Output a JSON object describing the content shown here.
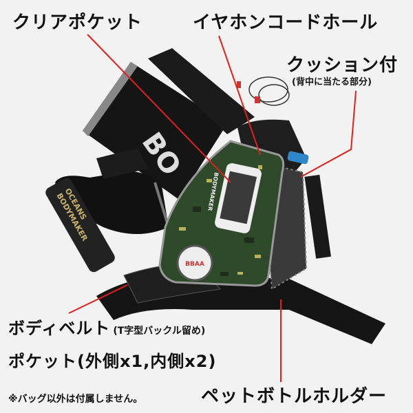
{
  "callouts": {
    "clear_pocket": "クリアポケット",
    "earphone_hole": "イヤホンコードホール",
    "cushion": "クッション付",
    "cushion_sub": "(背中に当たる部分)",
    "body_belt": "ボディベルト",
    "body_belt_sub": "(T字型バックル留め)",
    "pockets": "ポケット(外側x1,内側x2)",
    "bottle_holder": "ペットボトルホルダー",
    "disclaimer": "※バッグ以外は付属しません。"
  },
  "products": {
    "towel_logo": "BO",
    "spray_text_1": "BODYMAKER",
    "spray_text_2": "OCEANS",
    "bag_brand": "BODYMAKER",
    "badge_text": "BBAA"
  },
  "colors": {
    "callout_line": "#e0201c",
    "background": "#f2f2f2",
    "camo_base": "#2f4a2a",
    "camo_spot": "#b8b25a",
    "bottle_cap": "#2f86c9"
  }
}
